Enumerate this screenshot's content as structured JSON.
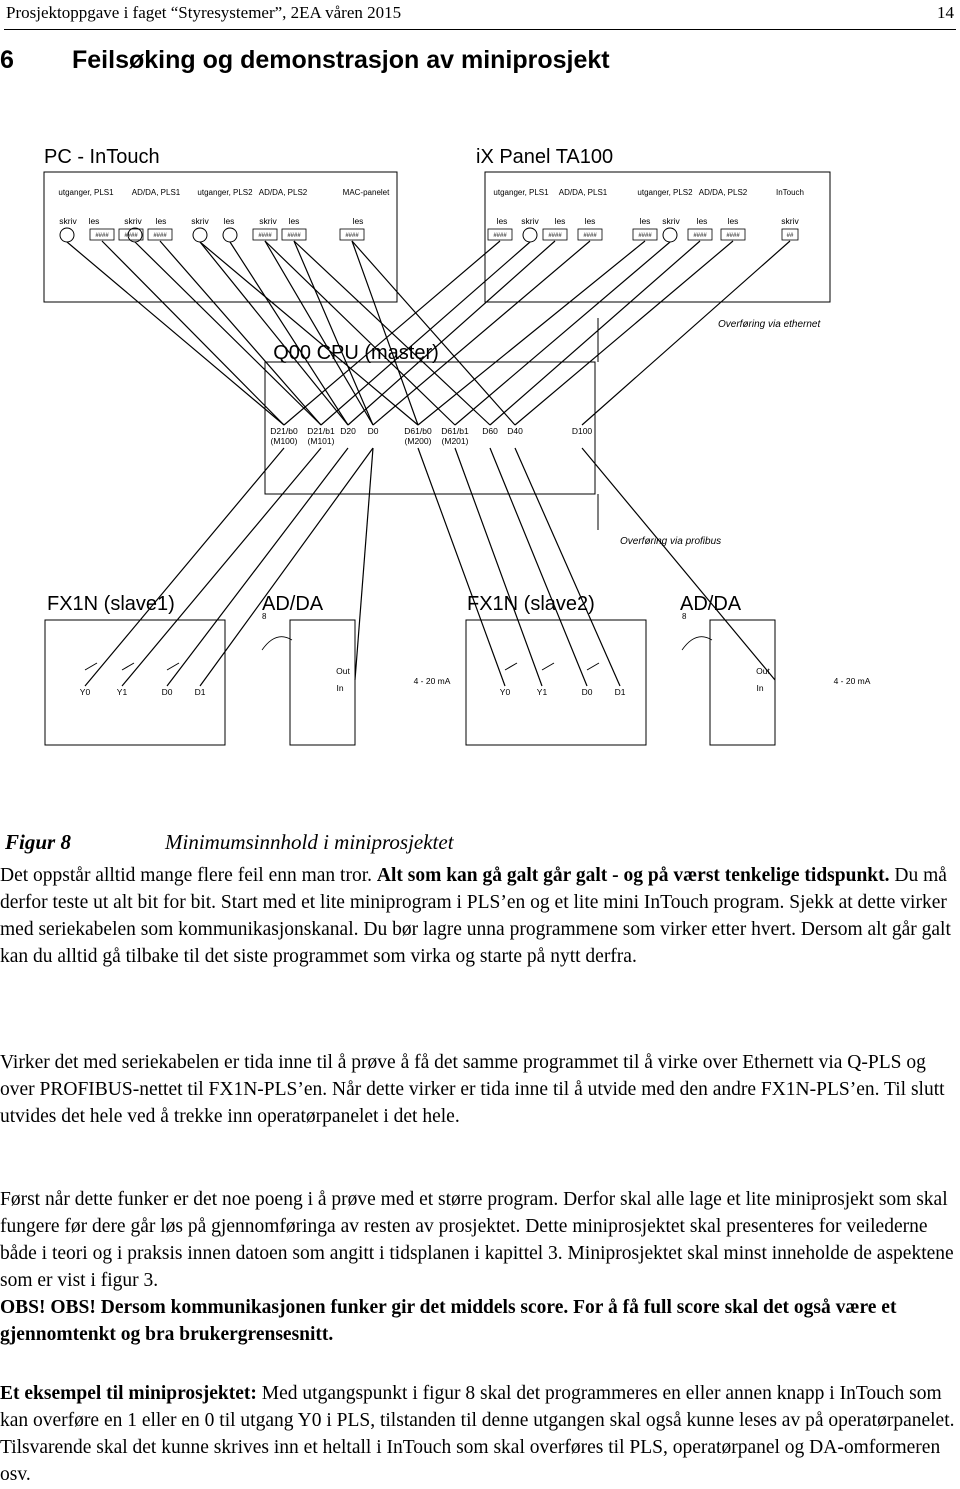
{
  "header": {
    "title": "Prosjektoppgave i faget “Styresystemer”, 2EA våren 2015",
    "page": "14"
  },
  "section": {
    "number": "6",
    "title": "Feilsøking og demonstrasjon av miniprosjekt"
  },
  "figure": {
    "pc_title": "PC  -  InTouch",
    "ix_title": "iX Panel TA100",
    "pc_groups": [
      "utganger, PLS1",
      "AD/DA, PLS1",
      "utganger, PLS2",
      "AD/DA, PLS2",
      "MAC-panelet"
    ],
    "ix_groups": [
      "utganger, PLS1",
      "AD/DA, PLS1",
      "utganger, PLS2",
      "AD/DA, PLS2",
      "InTouch"
    ],
    "pc_rw": [
      "skriv",
      "les",
      "skriv",
      "les",
      "skriv",
      "les",
      "skriv",
      "les",
      "les"
    ],
    "ix_rw": [
      "les",
      "skriv",
      "les",
      "les",
      "les",
      "skriv",
      "les",
      "les",
      "skriv"
    ],
    "field_text": "####",
    "field_small": "##",
    "cpu_title": "Q00 CPU (master)",
    "ethernet": "Overføring via ethernet",
    "profibus": "Overføring via profibus",
    "registers": [
      "D21/b0",
      "(M100)",
      "D21/b1",
      "(M101)",
      "D20",
      "D0",
      "D61/b0",
      "(M200)",
      "D61/b1",
      "(M201)",
      "D60",
      "D40",
      "D100"
    ],
    "slave1": "FX1N (slave1)",
    "slave2": "FX1N (slave2)",
    "adda": "AD/DA",
    "adda_num": "8",
    "io_labels": [
      "Y0",
      "Y1",
      "D0",
      "D1"
    ],
    "out_label": "Out",
    "in_label": "In",
    "ma_label": "4 - 20 mA"
  },
  "caption": {
    "label": "Figur 8",
    "text": "Minimumsinnhold i miniprosjektet"
  },
  "p1": {
    "a": "Det oppstår alltid mange flere feil enn man tror. ",
    "b": "Alt som kan gå galt går galt - og på værst tenkelige tidspunkt.",
    "c": " Du må derfor teste ut alt bit for bit. Start med et lite miniprogram i PLS’en og et lite mini InTouch program. Sjekk at dette virker med seriekabelen som kommunikasjonskanal. Du bør lagre unna programmene som virker etter hvert. Dersom alt går galt kan du alltid gå tilbake til det siste programmet som virka og starte på nytt derfra."
  },
  "p2": "Virker det med seriekabelen er tida inne til å prøve å få det samme programmet til å virke over Ethernett via Q-PLS og over PROFIBUS-nettet til FX1N-PLS’en. Når dette virker er tida inne til å utvide med den andre FX1N-PLS’en. Til slutt utvides det hele ved å trekke inn operatørpanelet i det hele.",
  "p3": {
    "a": "Først når dette funker er det noe poeng i å prøve med et større program. Derfor skal alle lage et lite miniprosjekt som skal fungere før dere går løs på gjennomføringa av resten av prosjektet. Dette miniprosjektet skal presenteres for veilederne både i teori og i praksis innen datoen som angitt i tidsplanen i kapittel 3. Miniprosjektet skal minst inneholde de aspektene som er vist i figur 3.",
    "b": "OBS! OBS! Dersom kommunikasjonen funker gir det middels score.  For å få full score skal det også være et gjennomtenkt og bra brukergrensesnitt."
  },
  "p4": {
    "a": "Et eksempel til miniprosjektet:",
    "b": " Med utgangspunkt i figur 8 skal det programmeres en eller annen knapp i InTouch som kan overføre en 1 eller en 0 til utgang Y0 i PLS, tilstanden til denne utgangen skal også kunne leses av på operatørpanelet.  Tilsvarende skal det kunne skrives inn et heltall i InTouch som skal overføres til PLS, operatørpanel og DA-omformeren osv."
  }
}
